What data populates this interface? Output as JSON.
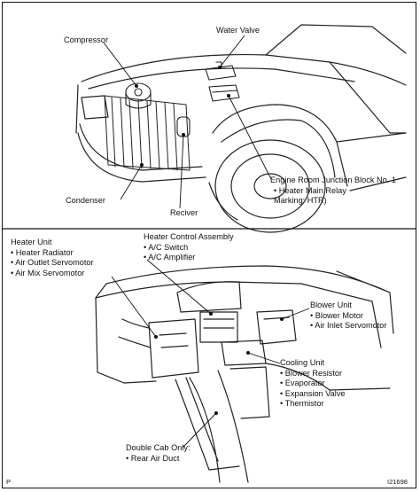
{
  "figure_id": "I21698",
  "corner_mark": "P",
  "top_view": {
    "labels": {
      "water_valve": "Water Valve",
      "compressor": "Compressor",
      "condenser": "Condenser",
      "reciver": "Reciver",
      "junction_block": [
        "Engine Room Junction Block No. 1",
        "• Heater Main Relay",
        "  Marking: HTR)"
      ]
    }
  },
  "bottom_view": {
    "labels": {
      "heater_unit": [
        "Heater Unit",
        "• Heater Radiator",
        "• Air Outlet Servomotor",
        "• Air Mix Servomotor"
      ],
      "heater_control": [
        "Heater Control Assembly",
        "• A/C Switch",
        "• A/C Amplifier"
      ],
      "blower_unit": [
        "Blower Unit",
        "• Blower Motor",
        "• Air Inlet Servomotor"
      ],
      "cooling_unit": [
        "Cooling Unit",
        "• Blower Resistor",
        "• Evaporator",
        "• Expansion Valve",
        "• Thermistor"
      ],
      "double_cab": [
        "Double Cab Only:",
        "• Rear Air Duct"
      ]
    }
  }
}
